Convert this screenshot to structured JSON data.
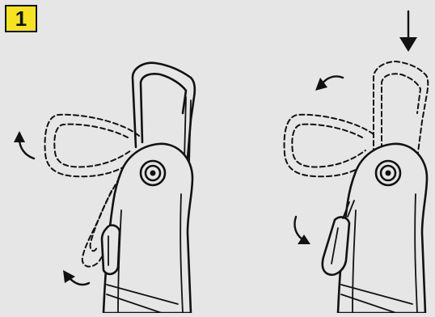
{
  "step": {
    "number": "1"
  },
  "colors": {
    "badge_bg": "#f5e31f",
    "background": "#e6e6e6",
    "ink": "#111111"
  },
  "figures": [
    {
      "name": "left-figure",
      "arrows": [
        "rotate-up-left-arrow",
        "rotate-down-left-arrow"
      ]
    },
    {
      "name": "right-figure",
      "arrows": [
        "push-down-arrow",
        "rotate-left-arrow",
        "rotate-down-arrow"
      ]
    }
  ]
}
